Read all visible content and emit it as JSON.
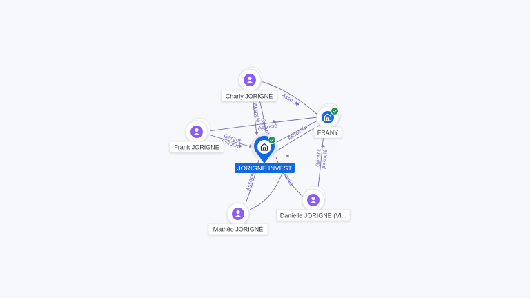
{
  "nodes": {
    "main": {
      "label": "JORIGNE INVEST",
      "icon": "building-icon",
      "verified": true
    },
    "frany": {
      "label": "FRANY",
      "icon": "building-icon",
      "verified": true
    },
    "charly": {
      "label": "Charly JORIGNÉ",
      "icon": "person-icon"
    },
    "frank": {
      "label": "Frank JORIGNE",
      "icon": "person-icon"
    },
    "matheo": {
      "label": "Mathéo JORIGNÉ",
      "icon": "person-icon"
    },
    "danielle": {
      "label": "Danielle JORIGNE (VI...",
      "icon": "person-icon"
    }
  },
  "edge_labels": {
    "charly_main_a": "Associé",
    "charly_main_b": "Gérant",
    "charly_frany": "Associé",
    "frank_main_a": "Gérant",
    "frank_main_b": "Associé",
    "frank_frany": "Associé",
    "main_frany": "Associé",
    "matheo_main": "Associé",
    "danielle_main": "Gérante",
    "danielle_frany_a": "Gérant",
    "danielle_frany_b": "Associé"
  },
  "colors": {
    "accent": "#1168e0",
    "person": "#8b5cf6",
    "edge": "#6e6f9e",
    "edge_label": "#6b63c9",
    "verified": "#1f8f4e"
  }
}
